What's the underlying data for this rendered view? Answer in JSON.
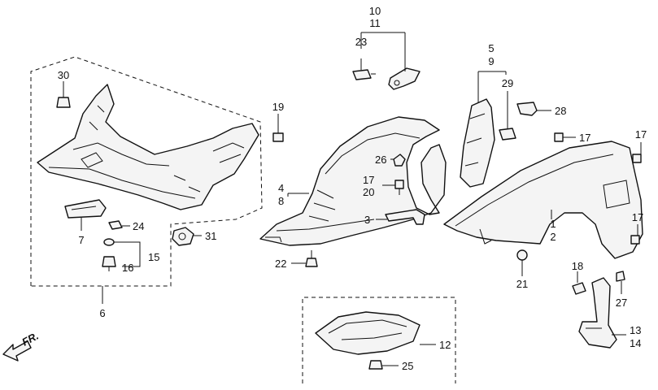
{
  "direction_label": "FR.",
  "callouts": {
    "c1": "1",
    "c2": "2",
    "c3": "3",
    "c4": "4",
    "c5": "5",
    "c6": "6",
    "c7": "7",
    "c8": "8",
    "c9": "9",
    "c10": "10",
    "c11": "11",
    "c12": "12",
    "c13": "13",
    "c14": "14",
    "c15": "15",
    "c16": "16",
    "c17": "17",
    "c18": "18",
    "c19": "19",
    "c20": "20",
    "c21": "21",
    "c22": "22",
    "c23": "23",
    "c24": "24",
    "c25": "25",
    "c26": "26",
    "c27": "27",
    "c28": "28",
    "c29": "29",
    "c30": "30",
    "c31": "31"
  },
  "colors": {
    "line": "#111111",
    "part_fill": "#f4f4f4",
    "background": "#ffffff"
  }
}
